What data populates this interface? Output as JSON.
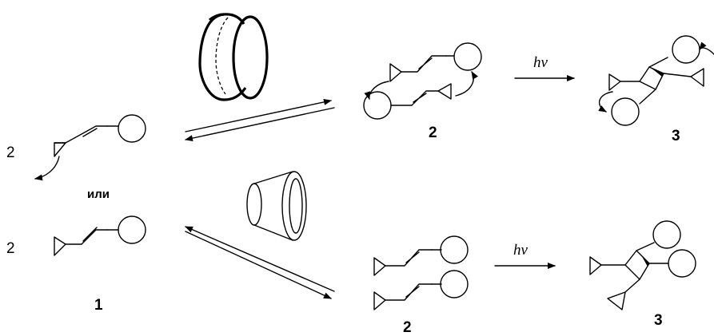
{
  "left": {
    "multiplier_top": "2",
    "multiplier_bottom": "2",
    "or_label": "или",
    "compound_label": "1"
  },
  "top_row": {
    "dimer_label": "2",
    "light_label": "hν",
    "product_label": "3"
  },
  "bottom_row": {
    "dimer_label": "2",
    "light_label": "hν",
    "product_label": "3"
  },
  "hosts": {
    "top": "cucurbituril-like ring host",
    "bottom": "cyclodextrin cone host"
  }
}
